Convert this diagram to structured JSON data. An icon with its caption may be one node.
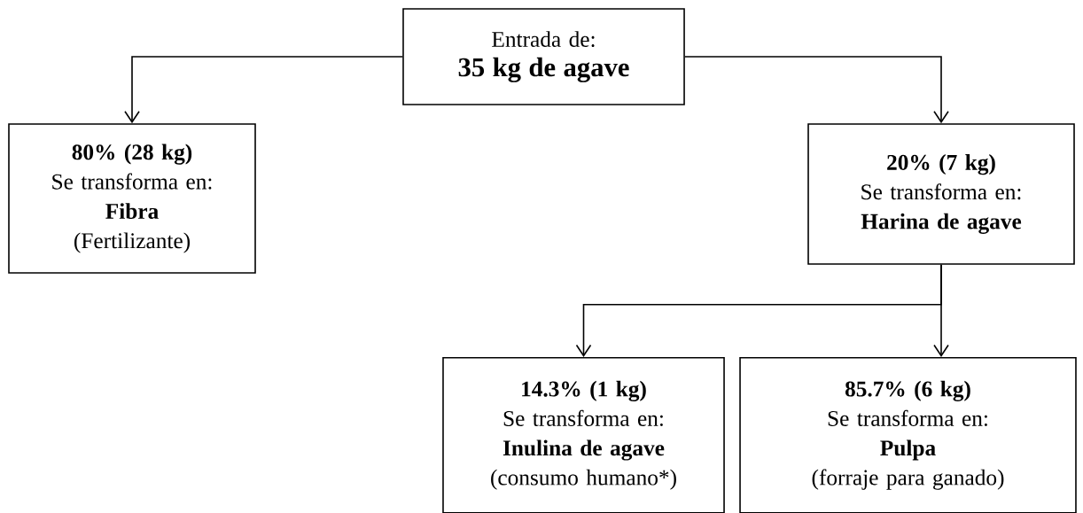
{
  "diagram": {
    "nodes": [
      {
        "text": [
          "Entrada de:",
          "35 kg de agave"
        ]
      },
      {
        "text": [
          "80% (28 kg)",
          "Se transforma en:",
          "Fibra",
          "(Fertilizante)"
        ]
      },
      {
        "text": [
          "20% (7 kg)",
          "Se transforma en:",
          "Harina de agave"
        ]
      },
      {
        "text": [
          "14.3% (1 kg)",
          "Se transforma en:",
          "Inulina de agave",
          "(consumo humano*)"
        ]
      },
      {
        "text": [
          "85.7% (6 kg)",
          "Se transforma en:",
          "Pulpa",
          "(forraje para ganado)"
        ]
      }
    ],
    "edges": [
      {
        "from": 0,
        "to": 1,
        "arrow": "to"
      },
      {
        "from": 0,
        "to": 2,
        "arrow": "to"
      },
      {
        "from": 2,
        "to": 3,
        "arrow": "to"
      },
      {
        "from": 2,
        "to": 4,
        "arrow": "to"
      }
    ]
  }
}
